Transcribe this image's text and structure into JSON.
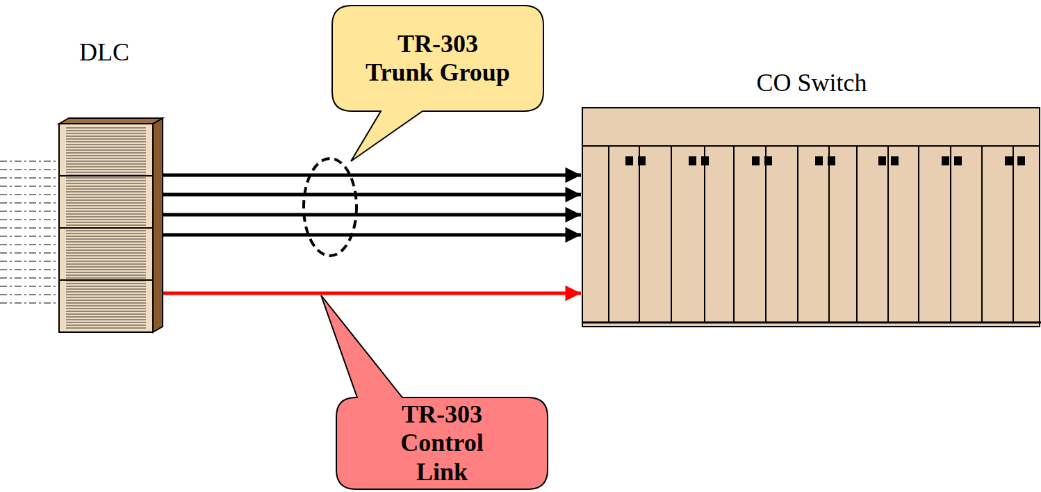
{
  "diagram": {
    "nodes": [
      {
        "text": [
          "DLC"
        ]
      },
      {
        "text": [
          "CO Switch"
        ]
      },
      {
        "text": [
          "TR-303 Trunk Group"
        ]
      },
      {
        "text": [
          "TR-303 Control Link"
        ]
      }
    ],
    "edges": [
      {
        "from": 0,
        "to": 1,
        "arrow": "to"
      },
      {
        "from": 0,
        "to": 1,
        "arrow": "to"
      },
      {
        "from": 0,
        "to": 1,
        "arrow": "to"
      },
      {
        "from": 0,
        "to": 1,
        "arrow": "to"
      },
      {
        "from": 0,
        "to": 1,
        "arrow": "to"
      }
    ]
  }
}
